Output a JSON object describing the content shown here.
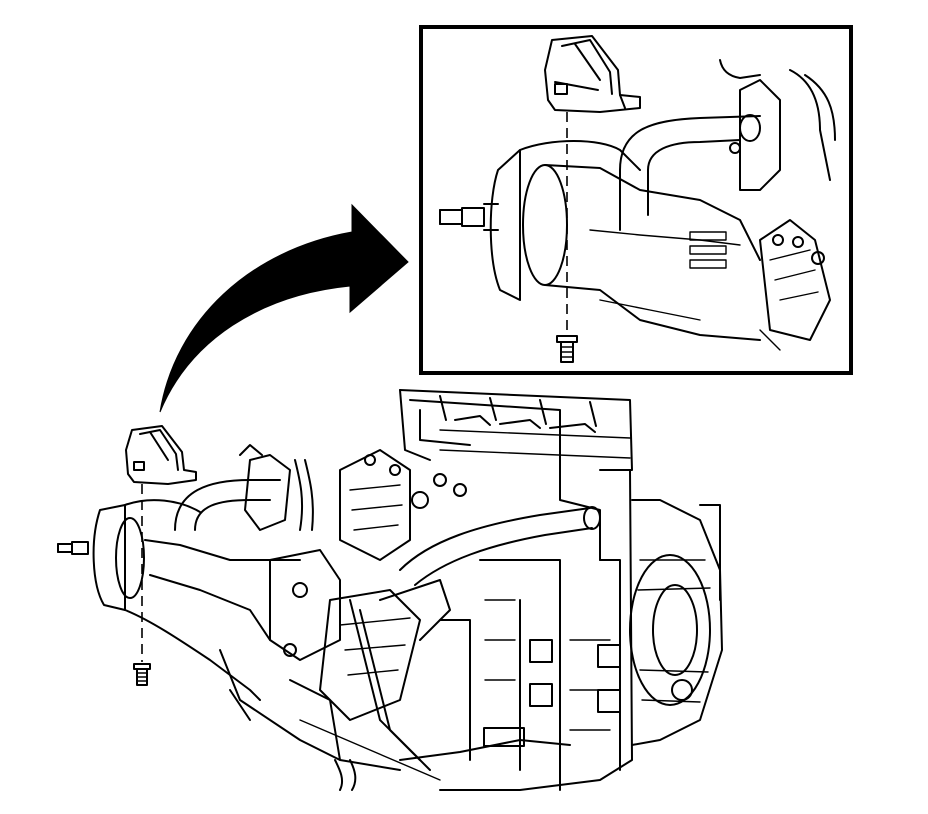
{
  "colors": {
    "line": "#000000",
    "background": "#ffffff"
  },
  "icons": [
    "curved-arrow",
    "mounting-bracket",
    "screw",
    "hvac-module-assembly",
    "detail-inset"
  ]
}
